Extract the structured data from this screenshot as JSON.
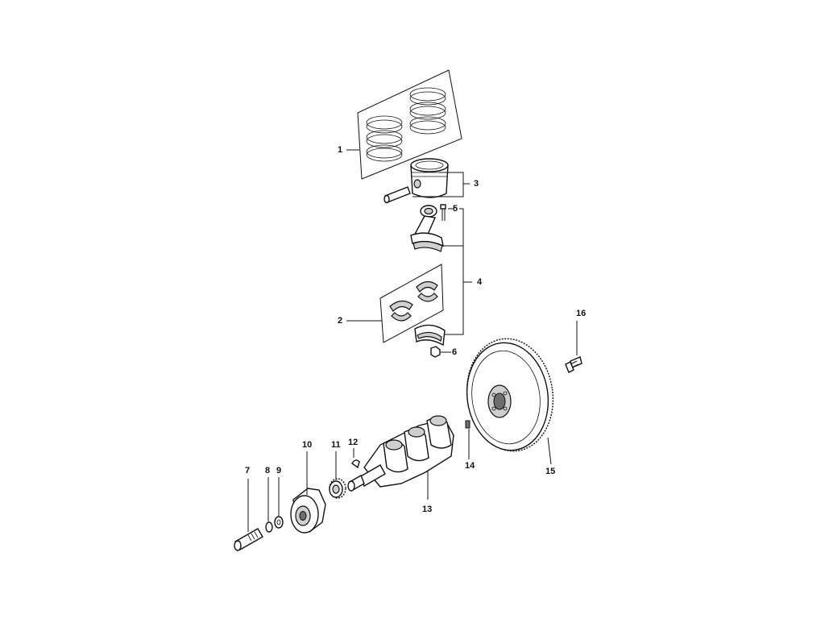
{
  "callouts": {
    "c1": "1",
    "c2": "2",
    "c3": "3",
    "c4": "4",
    "c5": "5",
    "c6": "6",
    "c7": "7",
    "c8": "8",
    "c9": "9",
    "c10": "10",
    "c11": "11",
    "c12": "12",
    "c13": "13",
    "c14": "14",
    "c15": "15",
    "c16": "16"
  },
  "colors": {
    "background": "#ffffff",
    "line": "#111111"
  }
}
